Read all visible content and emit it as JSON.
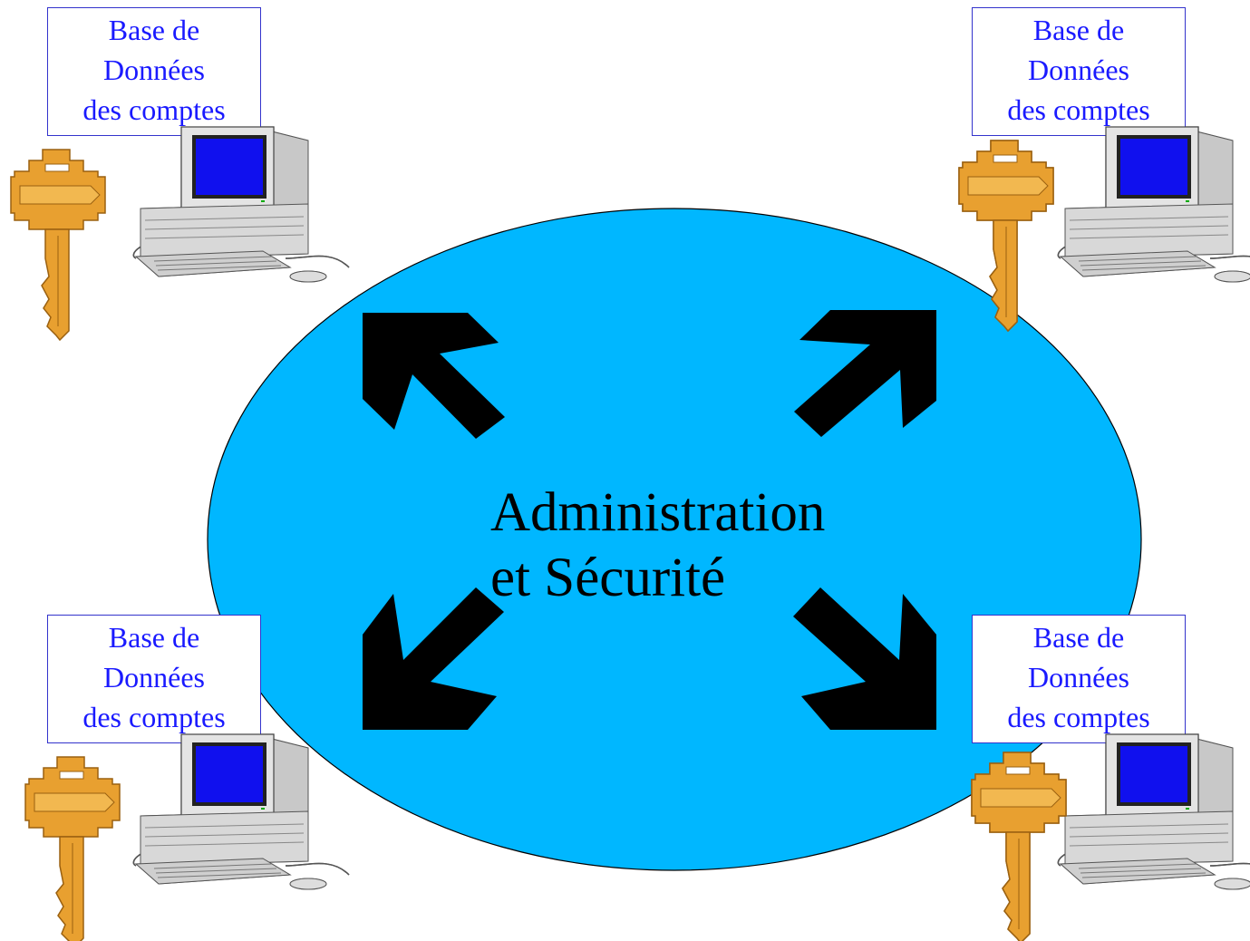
{
  "center": {
    "line1": "Administration",
    "line2": "et Sécurité"
  },
  "nodes": [
    {
      "line1": "Base de",
      "line2": "Données",
      "line3": "des comptes"
    },
    {
      "line1": "Base de",
      "line2": "Données",
      "line3": "des comptes"
    },
    {
      "line1": "Base de",
      "line2": "Données",
      "line3": "des comptes"
    },
    {
      "line1": "Base de",
      "line2": "Données",
      "line3": "des comptes"
    }
  ],
  "colors": {
    "ellipse": "#00b7ff",
    "arrow": "#000000",
    "key": "#e8a030",
    "monitor_screen": "#1010ee",
    "box_text": "#1a1aff"
  },
  "icons": [
    "key-icon",
    "computer-icon",
    "arrow-icon"
  ]
}
